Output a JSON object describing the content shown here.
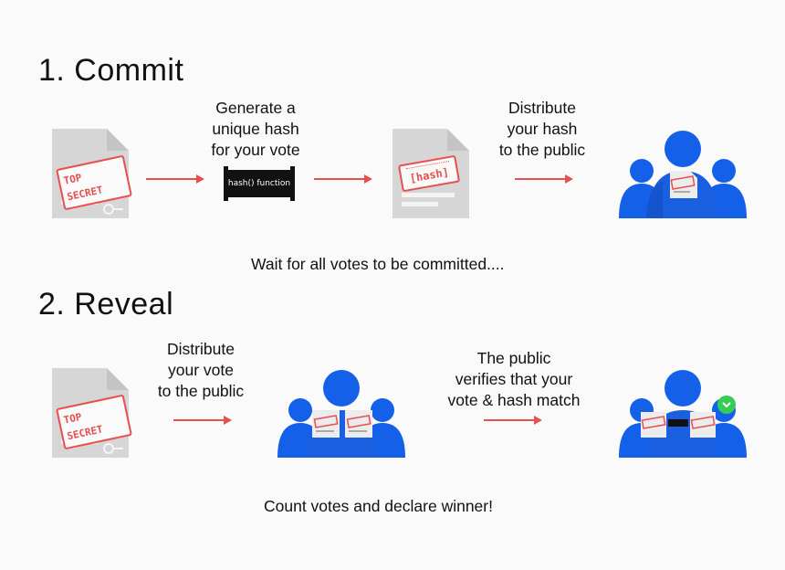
{
  "section1": {
    "title": "1. Commit",
    "generate_label": [
      "Generate a",
      "unique hash",
      "for your vote"
    ],
    "hash_function": "hash() function",
    "distribute_label": [
      "Distribute",
      "your hash",
      "to the public"
    ]
  },
  "wait_text": "Wait for all votes to be committed....",
  "section2": {
    "title": "2. Reveal",
    "distribute_label": [
      "Distribute",
      "your vote",
      "to the public"
    ],
    "verify_label": [
      "The public",
      "verifies that your",
      "vote & hash match"
    ]
  },
  "final_text": "Count votes and declare winner!",
  "stamps": {
    "top_secret": "TOP SECRET",
    "hash": "[hash]"
  },
  "colors": {
    "accent_red": "#e84f4f",
    "crowd_blue": "#1560e8",
    "doc_gray": "#d6d6d6",
    "check_green": "#33cc55"
  }
}
